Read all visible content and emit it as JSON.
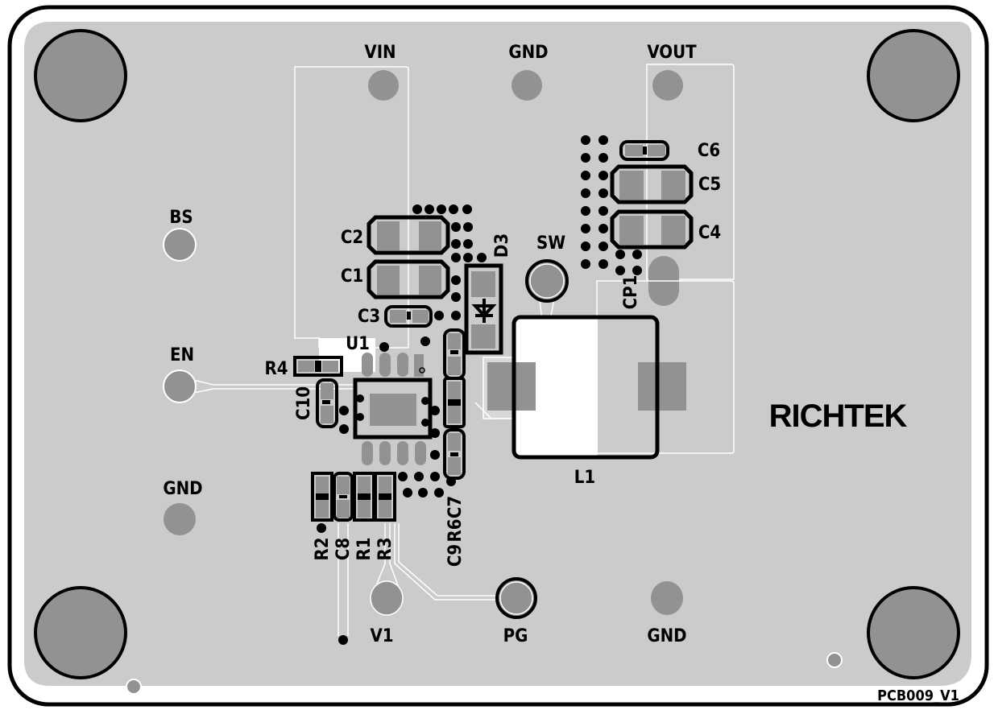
{
  "board": {
    "id_label": "PCB009_V1",
    "logo": "RICHTEK",
    "colors": {
      "substrate": "#cbcbcb",
      "pad": "#929292",
      "silkscreen": "#000000",
      "copper_outline": "#ffffff",
      "background": "#ffffff"
    }
  },
  "test_points": [
    {
      "id": "tp-vin",
      "label": "VIN"
    },
    {
      "id": "tp-gnd-top",
      "label": "GND"
    },
    {
      "id": "tp-vout",
      "label": "VOUT"
    },
    {
      "id": "tp-bs",
      "label": "BS"
    },
    {
      "id": "tp-en",
      "label": "EN"
    },
    {
      "id": "tp-gnd-left",
      "label": "GND"
    },
    {
      "id": "tp-sw",
      "label": "SW"
    },
    {
      "id": "tp-v1",
      "label": "V1"
    },
    {
      "id": "tp-pg",
      "label": "PG"
    },
    {
      "id": "tp-gnd-bottom",
      "label": "GND"
    }
  ],
  "components": {
    "C1": "C1",
    "C2": "C2",
    "C3": "C3",
    "C4": "C4",
    "C5": "C5",
    "C6": "C6",
    "C7": "C7",
    "C8": "C8",
    "C9": "C9",
    "C10": "C10",
    "R1": "R1",
    "R2": "R2",
    "R3": "R3",
    "R4": "R4",
    "R6": "R6",
    "U1": "U1",
    "D3": "D3",
    "L1": "L1",
    "CP1": "CP1"
  }
}
